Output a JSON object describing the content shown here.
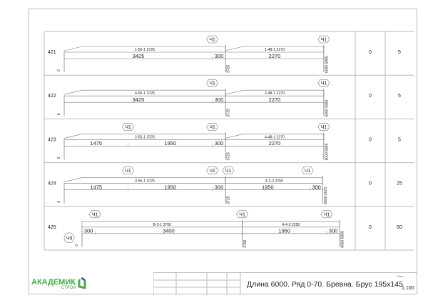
{
  "rows": [
    {
      "id": "421",
      "origin_mm": 0,
      "col_a": "0",
      "col_b": "5",
      "logs": [
        {
          "label": "1-55-1  3725",
          "start": 0,
          "len": 3725,
          "taper": true
        },
        {
          "label": "1-48-1  2270",
          "start": 3725,
          "len": 2270,
          "taper": true
        }
      ],
      "dims": [
        {
          "from": 0,
          "to": 3425,
          "text": "3425"
        },
        {
          "from": 3425,
          "to": 3725,
          "text": "300"
        },
        {
          "from": 3725,
          "to": 5995,
          "text": "2270"
        }
      ],
      "markers": [
        {
          "at": 3420,
          "text": "Ч1"
        },
        {
          "at": 5995,
          "text": "Ч1"
        }
      ],
      "vtexts": [
        {
          "at": 3725,
          "text": "3725"
        },
        {
          "at": 5995,
          "text": "6000 5995"
        }
      ],
      "zero": "0"
    },
    {
      "id": "422",
      "origin_mm": 0,
      "col_a": "0",
      "col_b": "5",
      "logs": [
        {
          "label": "4-55-1  3725",
          "start": 0,
          "len": 3725,
          "taper": true
        },
        {
          "label": "2-48-1  2270",
          "start": 3725,
          "len": 2270,
          "taper": true
        }
      ],
      "dims": [
        {
          "from": 0,
          "to": 3425,
          "text": "3425"
        },
        {
          "from": 3425,
          "to": 3725,
          "text": "300"
        },
        {
          "from": 3725,
          "to": 5995,
          "text": "2270"
        }
      ],
      "markers": [
        {
          "at": 3420,
          "text": "Ч1"
        },
        {
          "at": 5995,
          "text": "Ч1"
        }
      ],
      "vtexts": [
        {
          "at": 3725,
          "text": "3725"
        },
        {
          "at": 5995,
          "text": "6000 5995"
        }
      ],
      "zero": "0"
    },
    {
      "id": "423",
      "origin_mm": 0,
      "col_a": "0",
      "col_b": "5",
      "logs": [
        {
          "label": "2-55-1  3725",
          "start": 0,
          "len": 3725,
          "taper": true
        },
        {
          "label": "4-48-1  2270",
          "start": 3725,
          "len": 2270,
          "taper": true
        }
      ],
      "dims": [
        {
          "from": 0,
          "to": 1475,
          "text": "1475"
        },
        {
          "from": 1475,
          "to": 3425,
          "text": "1950"
        },
        {
          "from": 3425,
          "to": 3725,
          "text": "300"
        },
        {
          "from": 3725,
          "to": 5995,
          "text": "2270"
        }
      ],
      "markers": [
        {
          "at": 1475,
          "text": "Ч1"
        },
        {
          "at": 3420,
          "text": "Ч1"
        },
        {
          "at": 5995,
          "text": "Ч1"
        }
      ],
      "vtexts": [
        {
          "at": 3725,
          "text": "3725"
        },
        {
          "at": 5995,
          "text": "6000 5995"
        }
      ],
      "zero": "0"
    },
    {
      "id": "424",
      "origin_mm": 0,
      "col_a": "0",
      "col_b": "25",
      "logs": [
        {
          "label": "3-55-1  3725",
          "start": 0,
          "len": 3725,
          "taper": true
        },
        {
          "label": "4-2-3  2250",
          "start": 3725,
          "len": 2250,
          "taper": false
        }
      ],
      "dims": [
        {
          "from": 0,
          "to": 1475,
          "text": "1475"
        },
        {
          "from": 1475,
          "to": 3425,
          "text": "1950"
        },
        {
          "from": 3425,
          "to": 3725,
          "text": "300"
        },
        {
          "from": 3725,
          "to": 5675,
          "text": "1950"
        },
        {
          "from": 5675,
          "to": 5975,
          "text": "300"
        }
      ],
      "markers": [
        {
          "at": 1475,
          "text": "Ч1"
        },
        {
          "at": 3420,
          "text": "Ч1"
        },
        {
          "at": 3790,
          "text": "Ч1"
        },
        {
          "at": 5620,
          "text": "Ч1"
        }
      ],
      "vtexts": [
        {
          "at": 3725,
          "text": "3725"
        },
        {
          "at": 5975,
          "text": "6000 5975"
        }
      ],
      "zero": "0"
    },
    {
      "id": "425",
      "origin_mm": 420,
      "col_a": "0",
      "col_b": "50",
      "logs": [
        {
          "label": "В-2-1  3700",
          "start": 0,
          "len": 3700,
          "taper": false
        },
        {
          "label": "4-4-3  2250",
          "start": 3700,
          "len": 2250,
          "taper": false
        }
      ],
      "dims": [
        {
          "from": 0,
          "to": 300,
          "text": "300"
        },
        {
          "from": 300,
          "to": 3700,
          "text": "3400"
        },
        {
          "from": 3700,
          "to": 5650,
          "text": "1950"
        },
        {
          "from": 5650,
          "to": 5950,
          "text": "300"
        }
      ],
      "markers": [
        {
          "at": 300,
          "text": "Ч1"
        },
        {
          "at": 3700,
          "text": "Ч1"
        },
        {
          "at": 5650,
          "text": "Ч1"
        }
      ],
      "circle": "Ч9",
      "vtexts": [
        {
          "at": 3700,
          "text": "3700"
        },
        {
          "at": 5950,
          "text": "6000 5950"
        }
      ],
      "zero": "0"
    }
  ],
  "logo": {
    "main": "АКАДЕМИК",
    "sub": "СТРОЙ",
    "color": "#4aa84a",
    "accent": "#2f6fb0"
  },
  "title_block": {
    "title": "Длина 6000. Ряд 0-70. Бревна. Брус 195x145",
    "sheet_label": "Лист",
    "scale": "1:100"
  }
}
